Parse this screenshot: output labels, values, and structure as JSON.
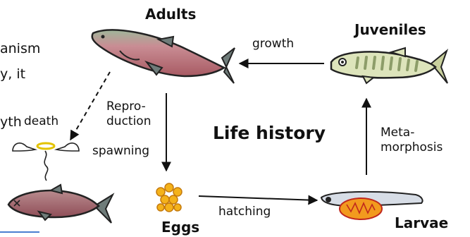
{
  "diagram": {
    "title": "Life history",
    "stages": {
      "adults": "Adults",
      "juveniles": "Juveniles",
      "eggs": "Eggs",
      "larvae": "Larvae"
    },
    "transitions": {
      "growth": "growth",
      "reproduction_line1": "Repro-",
      "reproduction_line2": "duction",
      "spawning": "spawning",
      "hatching": "hatching",
      "metamorphosis_line1": "Meta-",
      "metamorphosis_line2": "morphosis",
      "death": "death"
    },
    "side_text_fragments": {
      "line1": "anism",
      "line2": "y, it",
      "line3": "yth"
    },
    "colors": {
      "adult_body": "#c98d94",
      "adult_back": "#8fa88a",
      "fin_dark": "#5f6f6a",
      "juvenile_body": "#dde4bb",
      "juvenile_bars": "#8d9d69",
      "eggs": "#f4b21a",
      "larva_yolk": "#f29a1e",
      "larva_body": "#d7dde6",
      "link_underline": "#4a7fd0"
    }
  }
}
